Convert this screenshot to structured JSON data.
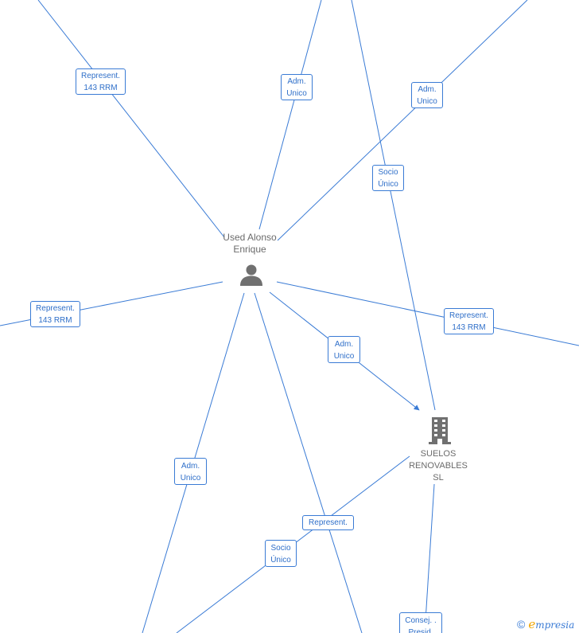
{
  "nodes": {
    "person": {
      "name_line1": "Used Alonso",
      "name_line2": "Enrique"
    },
    "company": {
      "name_line1": "SUELOS",
      "name_line2": "RENOVABLES",
      "name_line3": "SL"
    }
  },
  "edge_labels": [
    {
      "line1": "Represent.",
      "line2": "143 RRM"
    },
    {
      "line1": "Adm.",
      "line2": "Unico"
    },
    {
      "line1": "Adm.",
      "line2": "Unico"
    },
    {
      "line1": "Socio",
      "line2": "Único"
    },
    {
      "line1": "Represent.",
      "line2": "143 RRM"
    },
    {
      "line1": "Represent.",
      "line2": "143 RRM"
    },
    {
      "line1": "Adm.",
      "line2": "Unico"
    },
    {
      "line1": "Adm.",
      "line2": "Unico"
    },
    {
      "line1": "Represent.",
      "line2": ""
    },
    {
      "line1": "Socio",
      "line2": "Único"
    },
    {
      "line1": "Consej. .",
      "line2": "Presid."
    }
  ],
  "watermark": {
    "copyright": "©",
    "brand_e": "e",
    "brand_rest": "mpresia"
  },
  "colors": {
    "edge": "#3a7bd5",
    "node_icon": "#707070",
    "brand_accent": "#f0a500"
  },
  "icons": {
    "person": "person-icon",
    "company": "building-icon"
  }
}
